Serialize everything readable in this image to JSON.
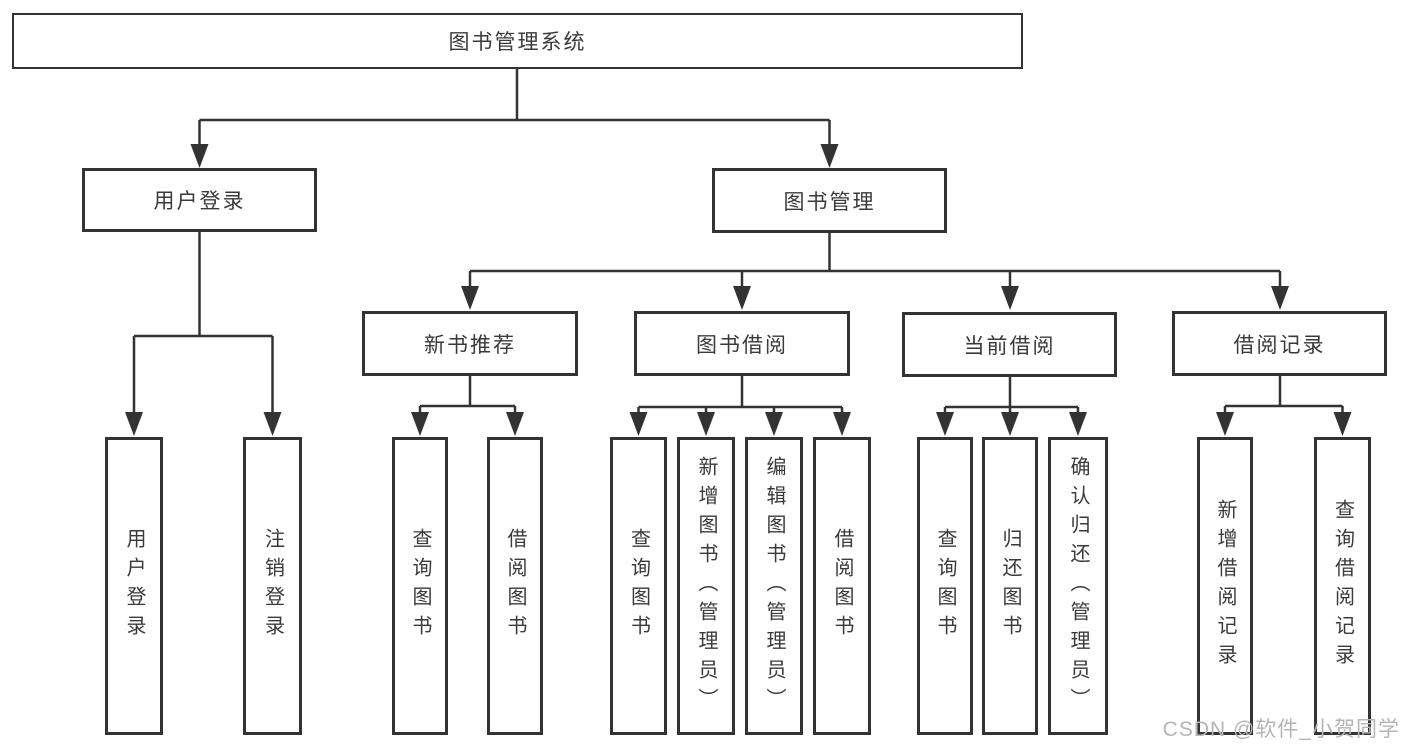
{
  "tree": {
    "root": {
      "label": "图书管理系统"
    },
    "user_login": {
      "label": "用户登录",
      "children": {
        "login": "用户登录",
        "logout": "注销登录"
      }
    },
    "book_mgmt": {
      "label": "图书管理",
      "new_book_rec": {
        "label": "新书推荐",
        "children": {
          "query": "查询图书",
          "borrow": "借阅图书"
        }
      },
      "book_borrow": {
        "label": "图书借阅",
        "children": {
          "query": "查询图书",
          "add": "新增图书（管理员）",
          "edit": "编辑图书（管理员）",
          "borrow": "借阅图书"
        }
      },
      "current_borrow": {
        "label": "当前借阅",
        "children": {
          "query": "查询图书",
          "return": "归还图书",
          "confirm": "确认归还（管理员）"
        }
      },
      "borrow_records": {
        "label": "借阅记录",
        "children": {
          "add": "新增借阅记录",
          "query": "查询借阅记录"
        }
      }
    }
  },
  "watermark": "CSDN @软件_小贺同学",
  "colors": {
    "line": "#333333",
    "text": "#3a3a3a",
    "background": "#ffffff",
    "watermark": "#b5b5b5"
  }
}
